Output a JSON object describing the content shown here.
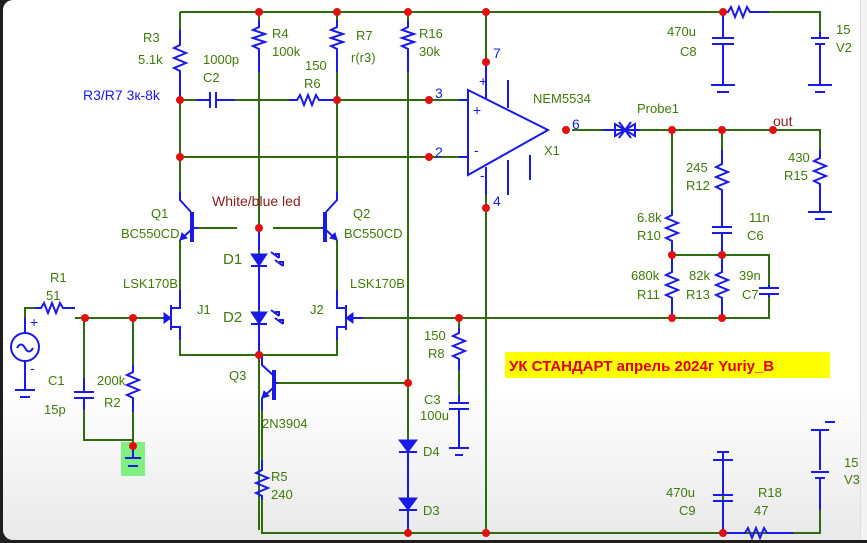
{
  "title_banner": "УК СТАНДАРТ апрель 2024г Yuriy_B",
  "title_banner_colors": {
    "text": "#e00000",
    "background": "#ffff00"
  },
  "note_r3_r7": "R3/R7 3к-8k",
  "note_led": "White/blue led",
  "colors": {
    "wire": "#2e6b0e",
    "component": "#1a1ae6",
    "node": "#e01010",
    "label": "#3f7a0a",
    "ground_highlight": "#80f080"
  },
  "components": {
    "R1": {
      "name": "R1",
      "value": "51"
    },
    "R2": {
      "name": "R2",
      "value": "200k"
    },
    "R3": {
      "name": "R3",
      "value": "5.1k"
    },
    "R4": {
      "name": "R4",
      "value": "100k"
    },
    "R5": {
      "name": "R5",
      "value": "240"
    },
    "R6": {
      "name": "R6",
      "value": "150"
    },
    "R7": {
      "name": "R7",
      "value": "r(r3)"
    },
    "R8": {
      "name": "R8",
      "value": "150"
    },
    "R10": {
      "name": "R10",
      "value": "6.8k"
    },
    "R11": {
      "name": "R11",
      "value": "680k"
    },
    "R12": {
      "name": "R12",
      "value": "245"
    },
    "R13": {
      "name": "R13",
      "value": "82k"
    },
    "R15": {
      "name": "R15",
      "value": "430"
    },
    "R16": {
      "name": "R16",
      "value": "30k"
    },
    "R18": {
      "name": "R18",
      "value": "47"
    },
    "C1": {
      "name": "C1",
      "value": "15p"
    },
    "C2": {
      "name": "C2",
      "value": "1000p"
    },
    "C3": {
      "name": "C3",
      "value": "100u"
    },
    "C6": {
      "name": "C6",
      "value": "11n"
    },
    "C7": {
      "name": "C7",
      "value": "39n"
    },
    "C8": {
      "name": "C8",
      "value": "470u"
    },
    "C9": {
      "name": "C9",
      "value": "470u"
    },
    "Q1": {
      "name": "Q1",
      "value": "BC550CD"
    },
    "Q2": {
      "name": "Q2",
      "value": "BC550CD"
    },
    "Q3": {
      "name": "Q3",
      "value": "2N3904"
    },
    "J1": {
      "name": "J1",
      "value": "LSK170B"
    },
    "J2": {
      "name": "J2",
      "value": "LSK170B"
    },
    "D1": {
      "name": "D1"
    },
    "D2": {
      "name": "D2"
    },
    "D3": {
      "name": "D3"
    },
    "D4": {
      "name": "D4"
    },
    "X1": {
      "name": "X1",
      "value": "NEM5534"
    },
    "V2": {
      "name": "V2",
      "value": "15"
    },
    "V3": {
      "name": "V3",
      "value": "15"
    },
    "Probe1": {
      "name": "Probe1"
    }
  },
  "opamp_pins": {
    "p3": "3",
    "p2": "2",
    "p7": "7",
    "p4": "4",
    "p6": "6",
    "plus": "+",
    "minus": "-"
  },
  "net_out": "out",
  "source_signs": {
    "plus": "+",
    "minus": "-"
  }
}
